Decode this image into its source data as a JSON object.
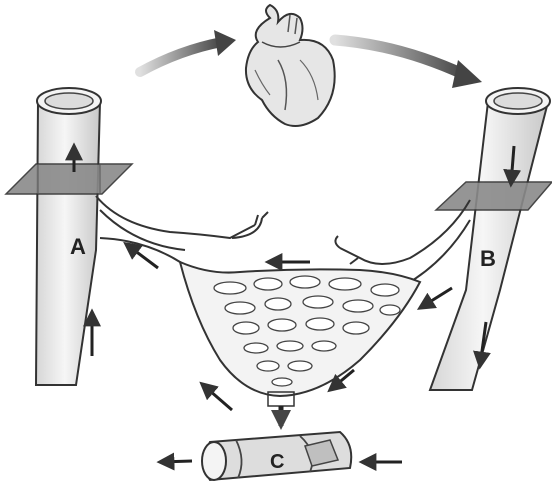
{
  "labels": {
    "vessel_a": "A",
    "vessel_b": "B",
    "capillary_c": "C"
  },
  "colors": {
    "ink": "#3a3a3a",
    "vessel_fill": "#f2f2f2",
    "shading": "#b5b5b5",
    "arrow": "#333333",
    "background": "#ffffff"
  },
  "icons": [
    "heart-icon"
  ]
}
